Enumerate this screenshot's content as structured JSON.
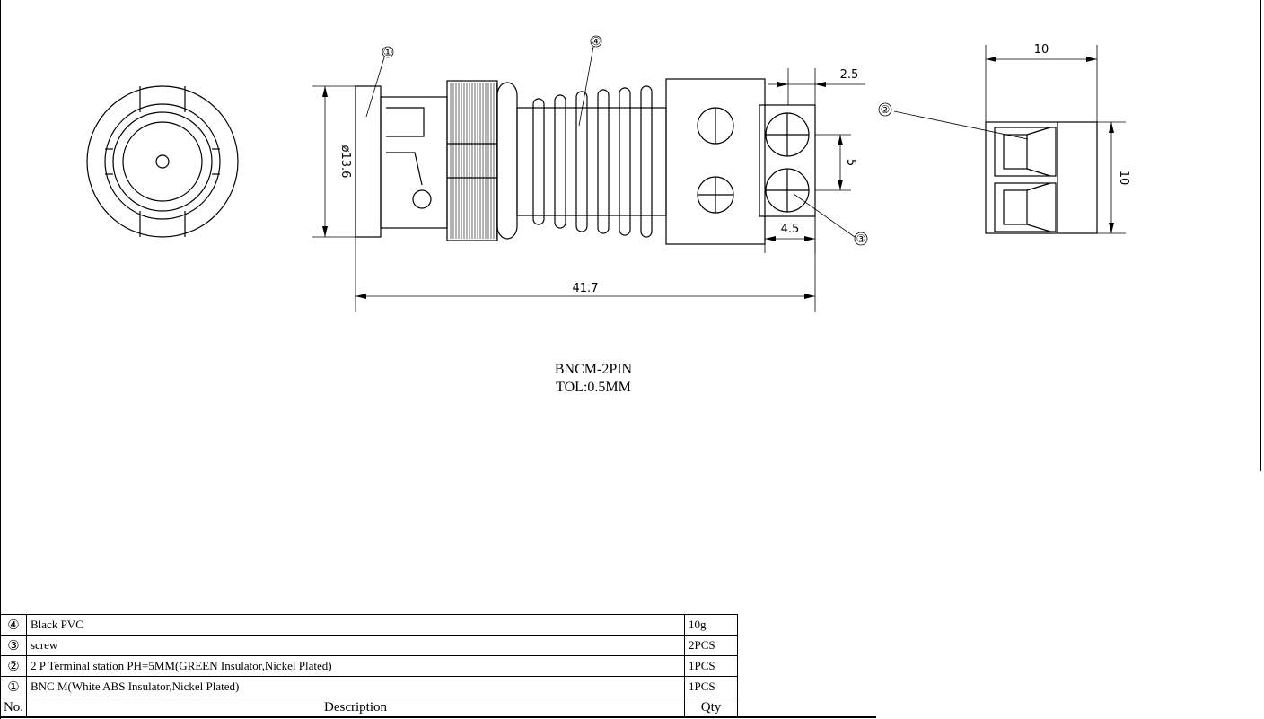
{
  "dimensions": {
    "diameter": "ø13.6",
    "overall_length": "41.7",
    "screw_offset": "2.5",
    "screw_pitch": "5",
    "terminal_depth": "4.5",
    "side_width": "10",
    "side_height": "10"
  },
  "callouts": {
    "part1": "①",
    "part2": "②",
    "part3": "③",
    "part4": "④"
  },
  "title_block": {
    "model": "BNCM-2PIN",
    "tolerance": "TOL:0.5MM"
  },
  "bom": {
    "rows": [
      {
        "no": "④",
        "description": "Black PVC",
        "qty": "10g"
      },
      {
        "no": "③",
        "description": "screw",
        "qty": "2PCS"
      },
      {
        "no": "②",
        "description": "2 P  Terminal station PH=5MM(GREEN Insulator,Nickel Plated)",
        "qty": "1PCS"
      },
      {
        "no": "①",
        "description": "BNC M(White ABS Insulator,Nickel Plated)",
        "qty": "1PCS"
      }
    ],
    "header": {
      "no": "No.",
      "description": "Description",
      "qty": "Qty"
    }
  }
}
